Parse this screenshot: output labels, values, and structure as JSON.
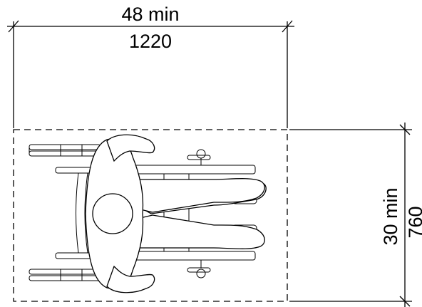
{
  "dimensions": {
    "width": {
      "imperial": "48 min",
      "metric": "1220"
    },
    "depth": {
      "imperial": "30 min",
      "metric": "760"
    }
  }
}
